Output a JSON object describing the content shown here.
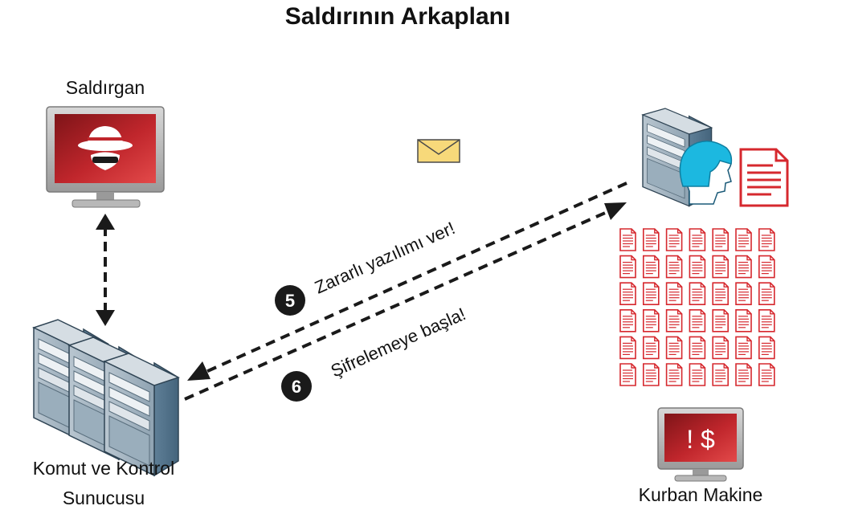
{
  "title": "Saldırının Arkaplanı",
  "nodes": {
    "attacker": {
      "label": "Saldırgan"
    },
    "c2": {
      "label_line1": "Komut ve Kontrol",
      "label_line2": "Sunucusu"
    },
    "victim": {
      "label": "Kurban Makine",
      "screen_text": "! $"
    }
  },
  "steps": [
    {
      "number": "5",
      "text": "Zararlı yazılımı ver!"
    },
    {
      "number": "6",
      "text": "Şifrelemeye başla!"
    }
  ],
  "colors": {
    "screen_red": "#c0262c",
    "server_blue": "#6e8ea6",
    "hacker_face": "#1cb8e0",
    "document_red": "#d6282e",
    "envelope": "#f7d97a"
  },
  "icons": [
    "hacker-icon",
    "server-icon",
    "envelope-icon",
    "document-icon",
    "monitor-icon"
  ]
}
